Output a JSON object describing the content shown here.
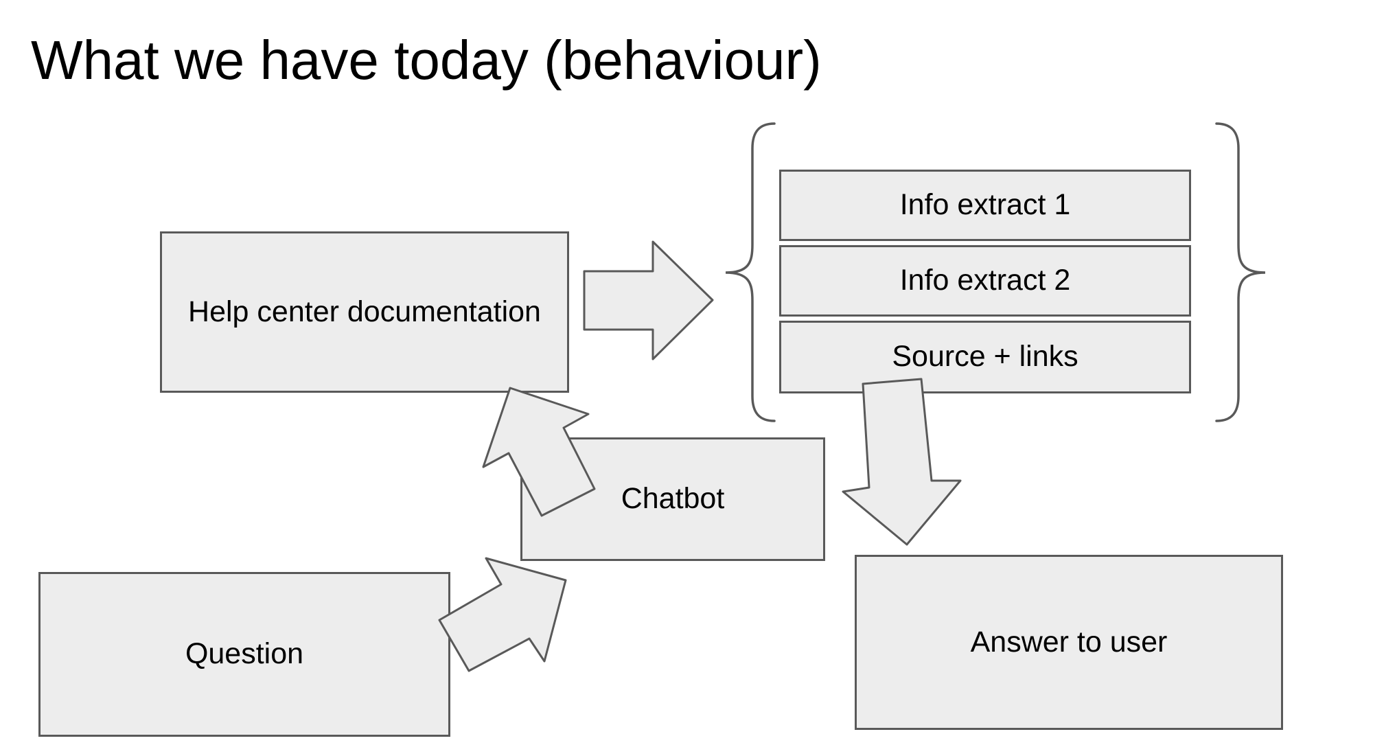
{
  "title": "What we have today (behaviour)",
  "colors": {
    "background": "#ffffff",
    "shape_fill": "#ededed",
    "shape_border": "#595959",
    "text": "#000000"
  },
  "nodes": {
    "help_center": {
      "label": "Help center documentation"
    },
    "info_extract_1": {
      "label": "Info extract 1"
    },
    "info_extract_2": {
      "label": "Info extract 2"
    },
    "source_links": {
      "label": "Source + links"
    },
    "chatbot": {
      "label": "Chatbot"
    },
    "question": {
      "label": "Question"
    },
    "answer": {
      "label": "Answer to user"
    }
  },
  "edges": [
    {
      "from": "Help center documentation",
      "to": "Info extract 1 / Info extract 2 / Source + links",
      "direction": "right"
    },
    {
      "from": "Question",
      "to": "Chatbot",
      "direction": "up-right"
    },
    {
      "from": "Chatbot",
      "to": "Help center documentation",
      "direction": "up-left"
    },
    {
      "from": "Source + links",
      "to": "Answer to user",
      "direction": "down"
    }
  ]
}
